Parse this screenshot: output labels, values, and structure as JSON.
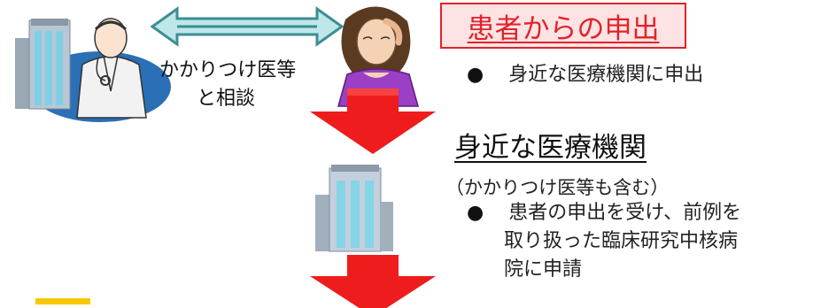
{
  "consultation": {
    "line1": "かかりつけ医等",
    "line2": "と相談"
  },
  "patient": {
    "title": "患者からの申出",
    "bullet": "身近な医療機関に申出"
  },
  "institution": {
    "title": "身近な医療機関",
    "note": "（かかりつけ医等も含む）",
    "bullet_lines": [
      "患者の申出を受け、前例を",
      "取り扱った臨床研究中核病",
      "院に申請"
    ]
  },
  "bullet_symbol": "●",
  "colors": {
    "red": "#e0232a",
    "patient_box_bg": "#fde3e3",
    "teal_arrow": "#4aa3a8",
    "yellow_marker": "#f7c800"
  }
}
